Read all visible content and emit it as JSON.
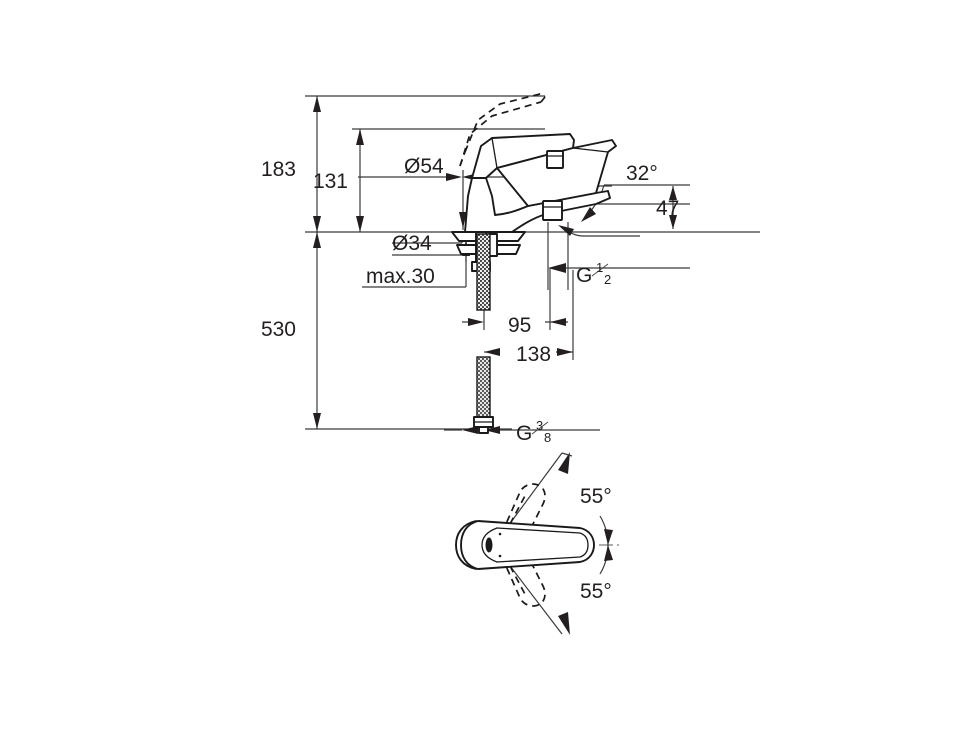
{
  "drawing": {
    "title": "Single-lever bath/shower mixer dimensional drawing",
    "background_color": "#ffffff",
    "line_color": "#1a1a1a",
    "dim_line_color": "#3b3b3d",
    "hose_fill_color": "#d8d8d8"
  },
  "dimensions": {
    "overall_height": "183",
    "spout_height": "131",
    "total_length": "530",
    "spout_diameter": "Ø54",
    "base_diameter": "Ø34",
    "deck_thickness": "max.30",
    "outlet_height": "47",
    "spout_angle": "32°",
    "inlet_offset": "95",
    "inlet_spacing": "138",
    "inlet_thread_letter": "G",
    "inlet_thread_num": "1",
    "inlet_thread_den": "2",
    "hose_thread_letter": "G",
    "hose_thread_num": "3",
    "hose_thread_den": "8"
  },
  "rotation_diagram": {
    "angle_left": "55°",
    "angle_right": "55°"
  }
}
